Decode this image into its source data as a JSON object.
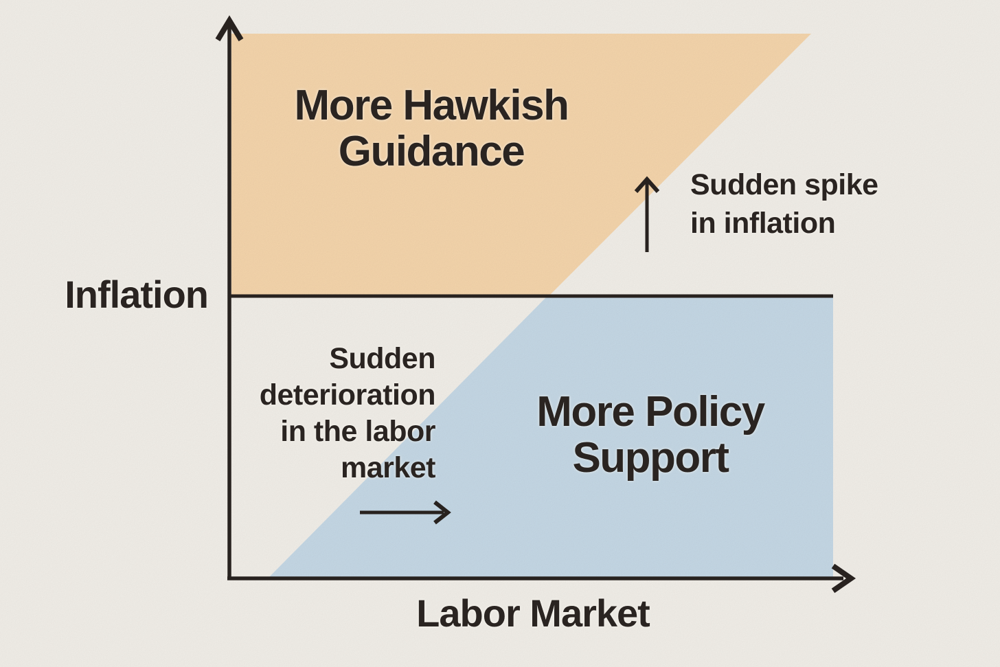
{
  "figure": {
    "background_color": "#f5f2ec",
    "ink_color": "#2a2421",
    "x_axis": {
      "label": "Labor Market"
    },
    "y_axis": {
      "label": "Inflation"
    }
  },
  "regions": {
    "hawkish": {
      "line1": "More Hawkish",
      "line2": "Guidance",
      "color": "#f8d8ae"
    },
    "support": {
      "line1": "More Policy",
      "line2": "Support",
      "color": "#c8dbe9"
    }
  },
  "annotations": {
    "spike": {
      "line1": "Sudden spike",
      "line2": "in inflation",
      "arrow_direction": "up"
    },
    "deterioration": {
      "line1": "Sudden",
      "line2": "deterioration",
      "line3": "in the labor",
      "line4": "market",
      "arrow_direction": "right"
    }
  }
}
